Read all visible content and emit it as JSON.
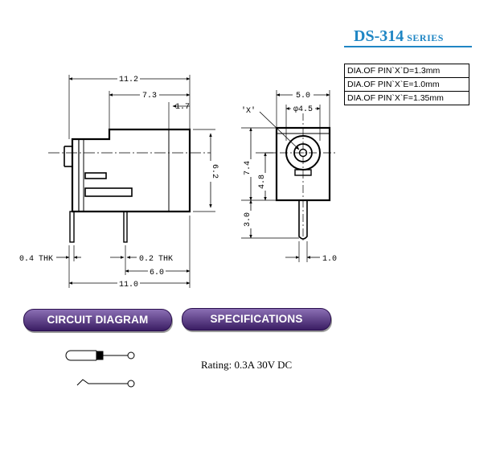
{
  "header": {
    "model": "DS-314",
    "series": "SERIES"
  },
  "pin_table": [
    "DIA.OF PIN`X`D=1.3mm",
    "DIA.OF PIN`X`E=1.0mm",
    "DIA.OF PIN`X`F=1.35mm"
  ],
  "side_view": {
    "dim_overall_top": "11.2",
    "dim_mid": "7.3",
    "dim_small": "1.7",
    "dim_height": "6.2",
    "dim_thk_left": "0.4 THK",
    "dim_thk_right": "0.2 THK",
    "dim_pin_span": "6.0",
    "dim_overall_bottom": "11.0"
  },
  "front_view": {
    "pin_label": "'X'",
    "dim_width": "5.0",
    "dim_bore": "φ4.5",
    "dim_height": "7.4",
    "dim_center": "4.8",
    "dim_pin_len": "3.0",
    "dim_pin_w": "1.0"
  },
  "sections": {
    "circuit": "CIRCUIT DIAGRAM",
    "specs": "SPECIFICATIONS"
  },
  "specs": {
    "rating": "Rating: 0.3A 30V DC"
  }
}
